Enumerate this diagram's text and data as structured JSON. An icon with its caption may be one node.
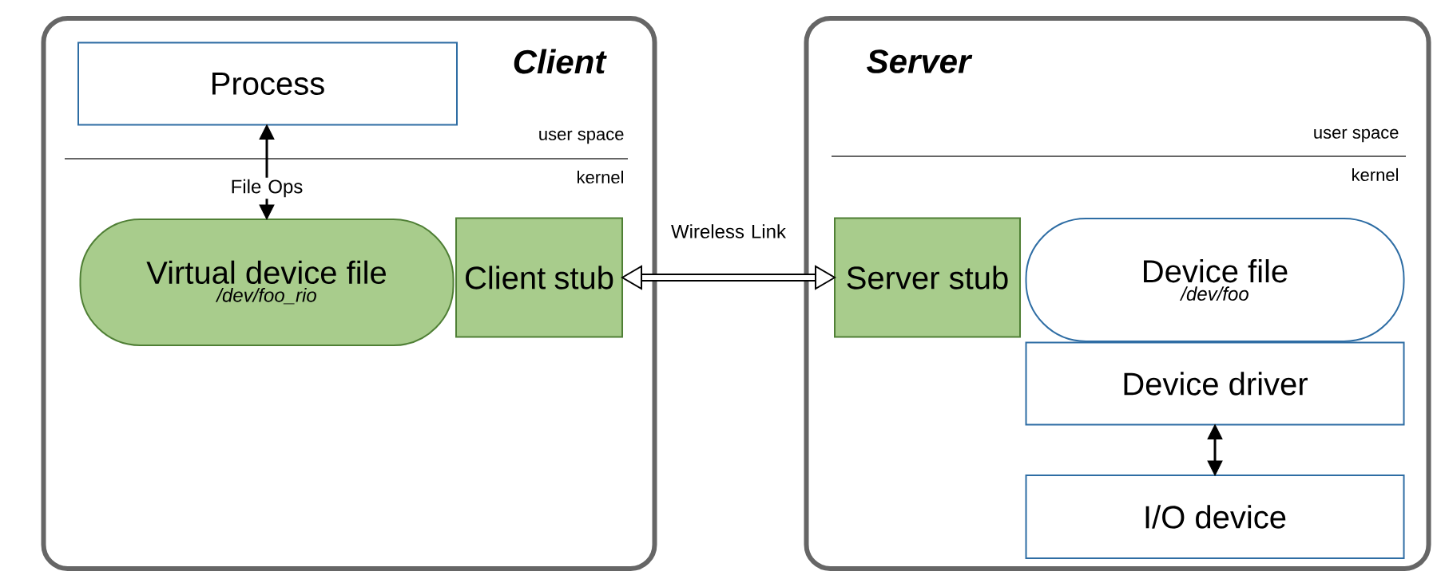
{
  "diagram": {
    "nodes": [
      {
        "text": [
          "Client"
        ]
      },
      {
        "text": [
          "Process"
        ],
        "in": 0
      },
      {
        "text": [
          "Virtual device file",
          "/dev/foo_rio"
        ],
        "in": 0
      },
      {
        "text": [
          "Client stub"
        ],
        "in": 0
      },
      {
        "text": [
          "Server"
        ]
      },
      {
        "text": [
          "Server stub"
        ],
        "in": 4
      },
      {
        "text": [
          "Device file",
          "/dev/foo"
        ],
        "in": 4
      },
      {
        "text": [
          "Device driver"
        ],
        "in": 4
      },
      {
        "text": [
          "I/O device"
        ],
        "in": 4
      }
    ],
    "edges": [
      {
        "from": 1,
        "to": 2,
        "arrow": "both",
        "label": "File Ops"
      },
      {
        "from": 3,
        "to": 5,
        "arrow": "both",
        "label": "Wireless Link",
        "style": "thick"
      },
      {
        "from": 7,
        "to": 8,
        "arrow": "both"
      }
    ],
    "labels": [
      "user space",
      "kernel",
      "user space",
      "kernel"
    ]
  }
}
